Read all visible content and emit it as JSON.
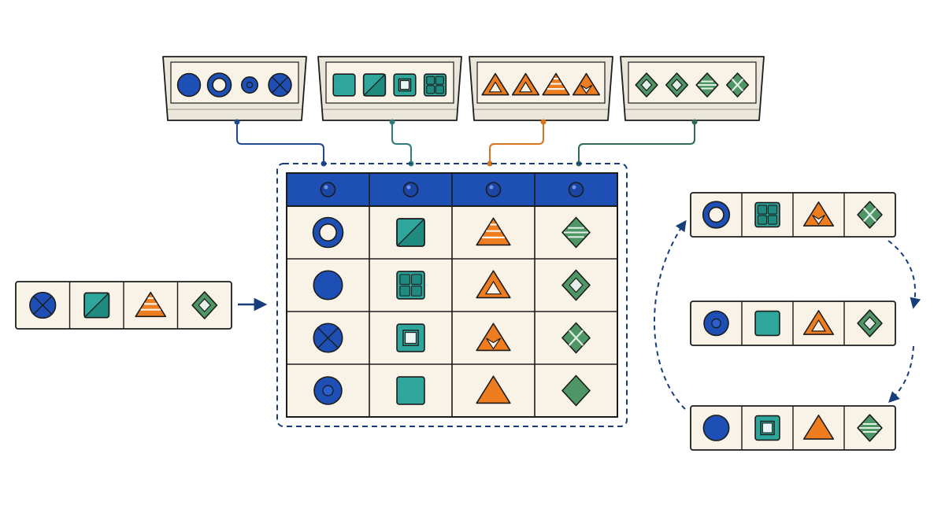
{
  "colors": {
    "blue": "#1E4FB5",
    "teal": "#2FA69B",
    "orange": "#EE7D1F",
    "green": "#4E9665",
    "paper": "#F8F3E6",
    "outline": "#1c1c1c",
    "navy": "#173E7A",
    "connector_blue": "#1f4a8e",
    "connector_teal": "#2e7c78",
    "connector_orange": "#d9741c",
    "connector_green": "#2f6b56"
  },
  "trays": [
    {
      "name": "tray-circles",
      "color": "blue",
      "shapes": [
        {
          "shape": "circle",
          "variant": "solid"
        },
        {
          "shape": "circle",
          "variant": "ring"
        },
        {
          "shape": "circle",
          "variant": "small"
        },
        {
          "shape": "circle",
          "variant": "cross"
        }
      ]
    },
    {
      "name": "tray-squares",
      "color": "teal",
      "shapes": [
        {
          "shape": "square",
          "variant": "solid"
        },
        {
          "shape": "square",
          "variant": "diagonal"
        },
        {
          "shape": "square",
          "variant": "frame"
        },
        {
          "shape": "square",
          "variant": "grid"
        }
      ]
    },
    {
      "name": "tray-triangles",
      "color": "orange",
      "shapes": [
        {
          "shape": "triangle",
          "variant": "hollow"
        },
        {
          "shape": "triangle",
          "variant": "hollow"
        },
        {
          "shape": "triangle",
          "variant": "stripes"
        },
        {
          "shape": "triangle",
          "variant": "notch"
        }
      ]
    },
    {
      "name": "tray-diamonds",
      "color": "green",
      "shapes": [
        {
          "shape": "diamond",
          "variant": "hollow"
        },
        {
          "shape": "diamond",
          "variant": "hollow"
        },
        {
          "shape": "diamond",
          "variant": "stripes"
        },
        {
          "shape": "diamond",
          "variant": "cross"
        }
      ]
    }
  ],
  "grid": {
    "column_colors": [
      "blue",
      "teal",
      "orange",
      "green"
    ],
    "column_shapes": [
      "circle",
      "square",
      "triangle",
      "diamond"
    ],
    "rows": [
      [
        "ring",
        "diagonal",
        "stripes",
        "stripes"
      ],
      [
        "solid",
        "grid",
        "hollow",
        "hollow"
      ],
      [
        "cross",
        "frame",
        "notch",
        "cross"
      ],
      [
        "dot",
        "solid",
        "solid",
        "solid"
      ]
    ]
  },
  "input_strip": [
    {
      "shape": "circle",
      "variant": "cross",
      "color": "blue"
    },
    {
      "shape": "square",
      "variant": "diagonal",
      "color": "teal"
    },
    {
      "shape": "triangle",
      "variant": "stripes",
      "color": "orange"
    },
    {
      "shape": "diamond",
      "variant": "hollow",
      "color": "green"
    }
  ],
  "output_strips": [
    [
      {
        "shape": "circle",
        "variant": "ring",
        "color": "blue"
      },
      {
        "shape": "square",
        "variant": "grid",
        "color": "teal"
      },
      {
        "shape": "triangle",
        "variant": "notch",
        "color": "orange"
      },
      {
        "shape": "diamond",
        "variant": "cross",
        "color": "green"
      }
    ],
    [
      {
        "shape": "circle",
        "variant": "dot",
        "color": "blue"
      },
      {
        "shape": "square",
        "variant": "solid",
        "color": "teal"
      },
      {
        "shape": "triangle",
        "variant": "hollow",
        "color": "orange"
      },
      {
        "shape": "diamond",
        "variant": "hollow",
        "color": "green"
      }
    ],
    [
      {
        "shape": "circle",
        "variant": "solid",
        "color": "blue"
      },
      {
        "shape": "square",
        "variant": "frame",
        "color": "teal"
      },
      {
        "shape": "triangle",
        "variant": "solid",
        "color": "orange"
      },
      {
        "shape": "diamond",
        "variant": "stripes",
        "color": "green"
      }
    ]
  ]
}
